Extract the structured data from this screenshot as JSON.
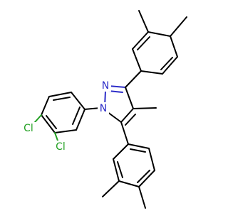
{
  "molecule": {
    "colors": {
      "carbon": "#000000",
      "nitrogen": "#2d2dc8",
      "chlorine": "#22a022",
      "background": "#ffffff"
    },
    "atom_labels": {
      "n1": "N",
      "n2": "N",
      "cl_upper": "Cl",
      "cl_lower": "Cl"
    }
  }
}
